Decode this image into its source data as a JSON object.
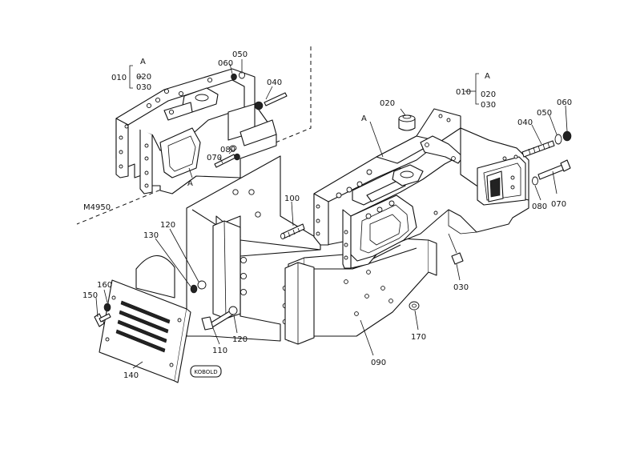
{
  "inset_label": "M4950",
  "stamp_text": "KOBOLD",
  "callouts": {
    "c010_left": "010",
    "c020_left": "020",
    "c030_left": "030",
    "cA_left": "A",
    "c060_left": "060",
    "c050_left": "050",
    "c040_left": "040",
    "c080_left": "080",
    "c070_left": "070",
    "cA_inset": "A",
    "c010_right": "010",
    "c020_right": "020",
    "c030_right": "030",
    "cA_right": "A",
    "c020_main": "020",
    "cA_main": "A",
    "c040_right": "040",
    "c050_right": "050",
    "c060_right": "060",
    "c080_right": "080",
    "c070_right": "070",
    "c100": "100",
    "c120_top": "120",
    "c130": "130",
    "c160": "160",
    "c150": "150",
    "c110": "110",
    "c120_bottom": "120",
    "c140": "140",
    "c030_bottom": "030",
    "c170": "170",
    "c090": "090"
  }
}
